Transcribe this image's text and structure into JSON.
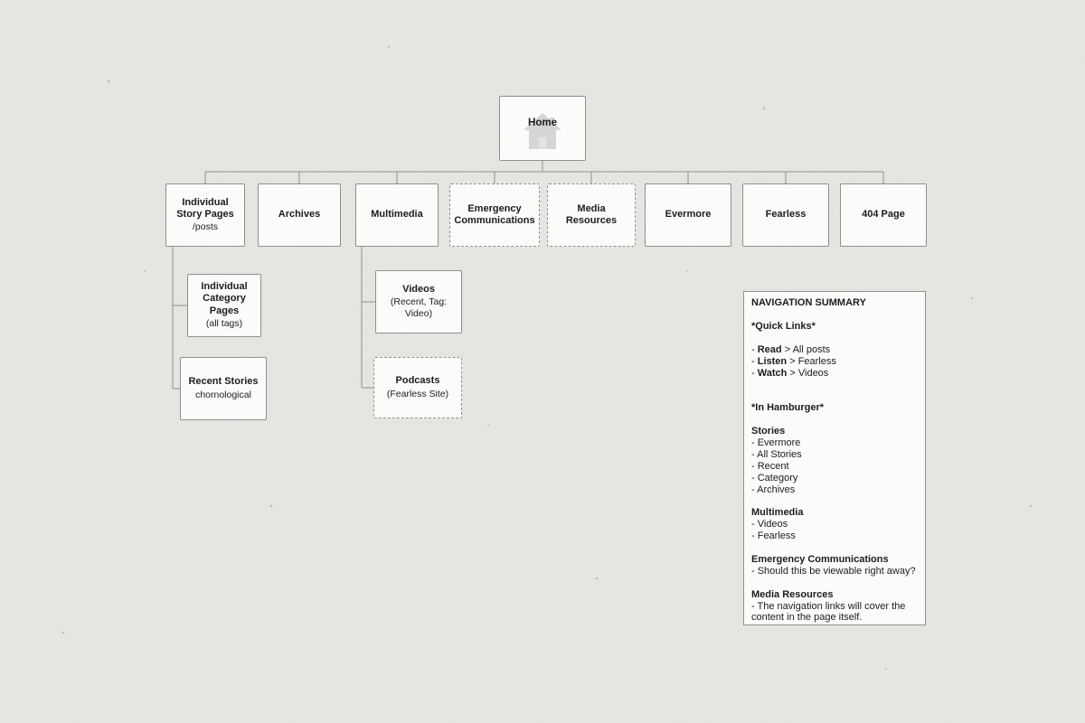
{
  "colors": {
    "background": "#e9e7e3",
    "box_fill": "#fbfbfa",
    "box_border": "#8f8f8f",
    "connector": "#8f8f8f",
    "house_icon": "#d6d6d4",
    "text": "#1c1c1c"
  },
  "diagram": {
    "home": {
      "label": "Home",
      "icon": "house-icon"
    },
    "level1": [
      {
        "title": "Individual Story Pages",
        "subtitle": "/posts",
        "style": "stacked"
      },
      {
        "title": "Archives",
        "style": "solid"
      },
      {
        "title": "Multimedia",
        "style": "solid"
      },
      {
        "title": "Emergency Communications",
        "style": "dashed"
      },
      {
        "title": "Media Resources",
        "style": "dashed"
      },
      {
        "title": "Evermore",
        "style": "solid"
      },
      {
        "title": "Fearless",
        "style": "solid"
      },
      {
        "title": "404 Page",
        "style": "solid"
      }
    ],
    "story_children": [
      {
        "title": "Individual Category Pages",
        "subtitle": "(all tags)",
        "style": "stacked"
      },
      {
        "title": "Recent Stories",
        "subtitle": "chornological",
        "style": "solid"
      }
    ],
    "multimedia_children": [
      {
        "title": "Videos",
        "subtitle": "(Recent, Tag: Video)",
        "style": "solid"
      },
      {
        "title": "Podcasts",
        "subtitle": "(Fearless Site)",
        "style": "dashed"
      }
    ]
  },
  "summary": {
    "title": "NAVIGATION SUMMARY",
    "lines": [
      {
        "blank": true
      },
      {
        "segments": [
          {
            "text": "*Quick Links*",
            "bold": true
          }
        ]
      },
      {
        "blank": true
      },
      {
        "segments": [
          {
            "text": "- ",
            "bold": false
          },
          {
            "text": "Read",
            "bold": true
          },
          {
            "text": " > All posts",
            "bold": false
          }
        ]
      },
      {
        "segments": [
          {
            "text": "- ",
            "bold": false
          },
          {
            "text": "Listen",
            "bold": true
          },
          {
            "text": " > Fearless",
            "bold": false
          }
        ]
      },
      {
        "segments": [
          {
            "text": "- ",
            "bold": false
          },
          {
            "text": "Watch",
            "bold": true
          },
          {
            "text": " > Videos",
            "bold": false
          }
        ]
      },
      {
        "blank": true
      },
      {
        "blank": true
      },
      {
        "segments": [
          {
            "text": "*In Hamburger*",
            "bold": true
          }
        ]
      },
      {
        "blank": true
      },
      {
        "segments": [
          {
            "text": "Stories",
            "bold": true
          }
        ]
      },
      {
        "segments": [
          {
            "text": "- Evermore",
            "bold": false
          }
        ]
      },
      {
        "segments": [
          {
            "text": "- All Stories",
            "bold": false
          }
        ]
      },
      {
        "segments": [
          {
            "text": "- Recent",
            "bold": false
          }
        ]
      },
      {
        "segments": [
          {
            "text": "- Category",
            "bold": false
          }
        ]
      },
      {
        "segments": [
          {
            "text": "- Archives",
            "bold": false
          }
        ]
      },
      {
        "blank": true
      },
      {
        "segments": [
          {
            "text": "Multimedia",
            "bold": true
          }
        ]
      },
      {
        "segments": [
          {
            "text": "- Videos",
            "bold": false
          }
        ]
      },
      {
        "segments": [
          {
            "text": "- Fearless",
            "bold": false
          }
        ]
      },
      {
        "blank": true
      },
      {
        "segments": [
          {
            "text": "Emergency Communications",
            "bold": true
          }
        ]
      },
      {
        "segments": [
          {
            "text": "- Should this be viewable right away?",
            "bold": false
          }
        ]
      },
      {
        "blank": true
      },
      {
        "segments": [
          {
            "text": "Media Resources",
            "bold": true
          }
        ]
      },
      {
        "segments": [
          {
            "text": "- The navigation links will cover the content in the page itself.",
            "bold": false
          }
        ]
      }
    ]
  }
}
